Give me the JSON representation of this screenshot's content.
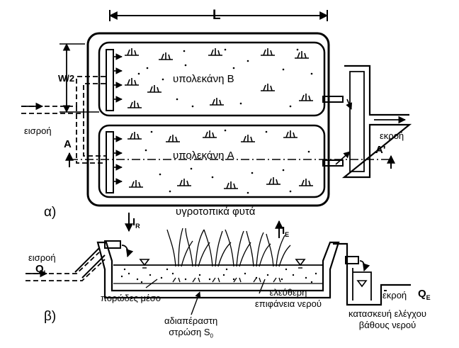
{
  "panel_a": {
    "label": "α)",
    "dimension_length": "L",
    "dimension_half_width": "W/2",
    "basin_b": "υπολεκάνη  B",
    "basin_a": "υπολεκάνη  A",
    "inflow": "εισροή",
    "outflow": "εκροή",
    "section_start": "A",
    "section_end": "A'"
  },
  "panel_b": {
    "label": "β)",
    "plants": "υγροτοπικά φυτά",
    "rain_symbol": "I",
    "rain_sub": "R",
    "evap_symbol": "I",
    "evap_sub": "E",
    "inflow": "εισροή",
    "inflow_q": "Q",
    "inflow_q_sub": "I",
    "porous_medium": "πορώδες μέσο",
    "free_surface_line1": "ελεύθερη",
    "free_surface_line2": "επιφάνεια νερού",
    "impermeable_line1": "αδιαπέραστη",
    "impermeable_line2": "στρώση S",
    "impermeable_sub": "0",
    "outflow": "εκροή",
    "outflow_q": "Q",
    "outflow_q_sub": "E",
    "control_line1": "κατασκευή ελέγχου",
    "control_line2": "βάθους νερού"
  }
}
